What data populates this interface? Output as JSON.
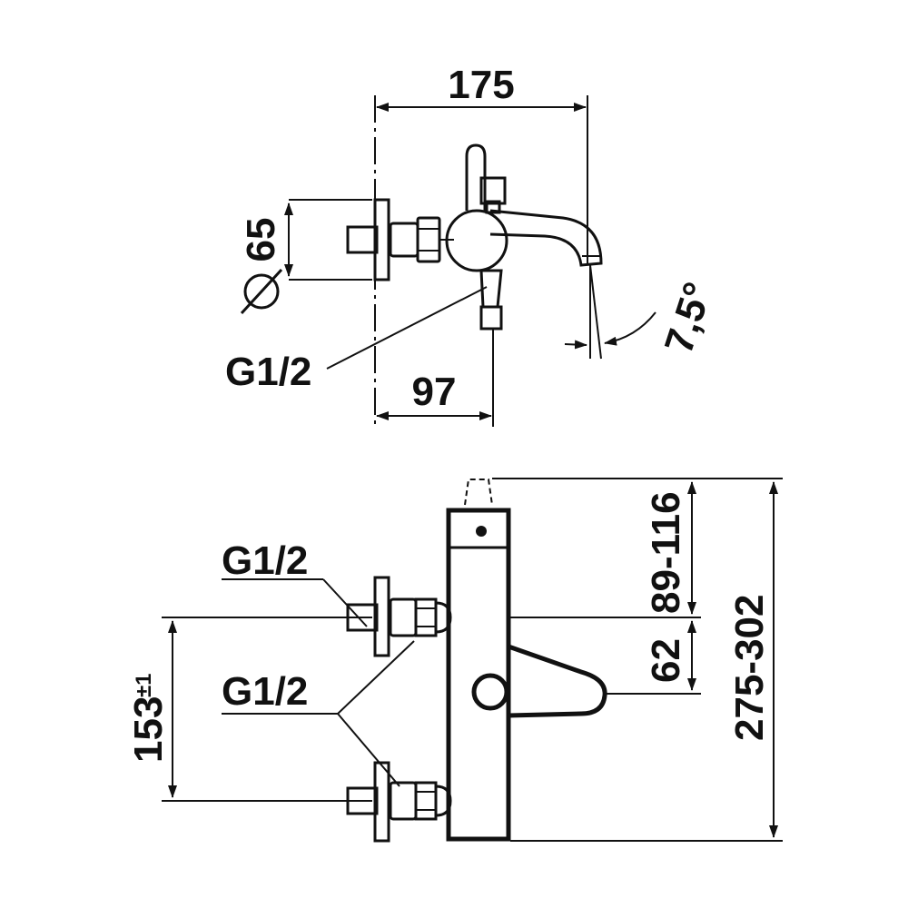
{
  "dimensions": {
    "width_total": "175",
    "outlet_depth": "97",
    "rosette_diameter": "65",
    "spout_angle": "7,5°",
    "thread_top": "G1/2",
    "thread_front_upper": "G1/2",
    "thread_front_lower": "G1/2",
    "centres": "153",
    "centres_tolerance": "±1",
    "spout_offset": "62",
    "handle_range": "89-116",
    "height_range": "275-302"
  }
}
